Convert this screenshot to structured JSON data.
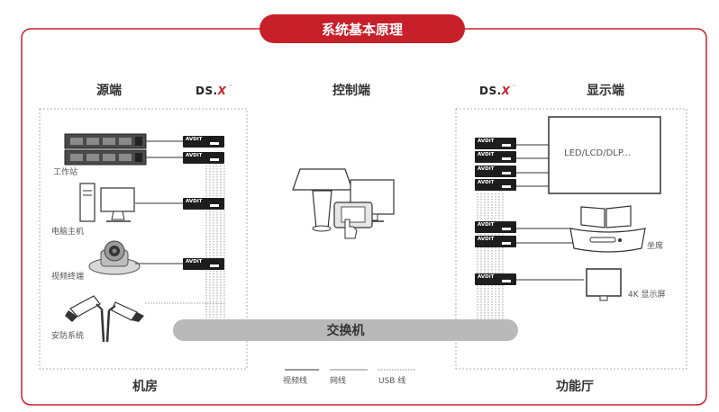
{
  "title": "系统基本原理",
  "sections": {
    "source": "源端",
    "control": "控制端",
    "display": "显示端",
    "machine_room": "机房",
    "function_hall": "功能厅"
  },
  "brand": {
    "main": "DS.",
    "accent": "X",
    "tm": "™"
  },
  "devices": {
    "workstation": "工作站",
    "pc_host": "电脑主机",
    "video_terminal": "视频终端",
    "security_system": "安防系统",
    "big_screen": "LED/LCD/DLP...",
    "seat": "坐席",
    "monitor_4k": "4K 显示屏"
  },
  "extender_label": "AVDiT",
  "switch_label": "交换机",
  "legend": {
    "video_line": "视频线",
    "network_line": "网线",
    "usb_line": "USB 线"
  },
  "colors": {
    "accent": "#c8202a",
    "switch": "#b9b9b9",
    "device": "#1d1d1d",
    "border": "#c8202a"
  }
}
